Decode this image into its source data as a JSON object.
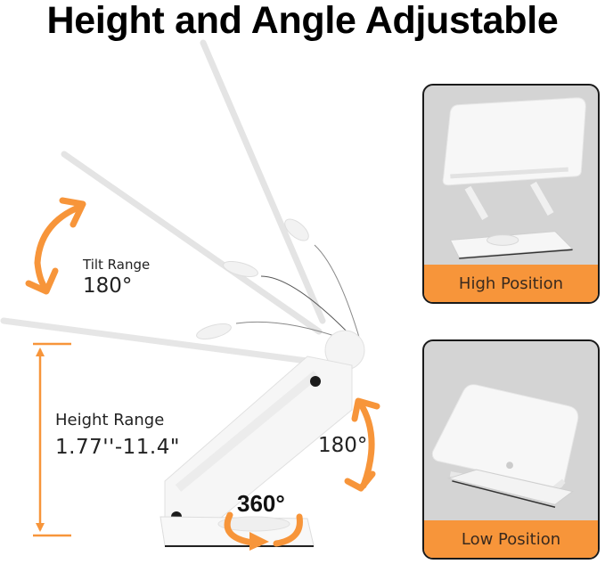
{
  "header": {
    "title": "Height and Angle Adjustable"
  },
  "annotations": {
    "tilt": {
      "label": "Tilt Range",
      "value": "180°"
    },
    "height": {
      "label": "Height Range",
      "value": "1.77''-11.4\""
    },
    "angle": {
      "value": "180°"
    },
    "rotation": {
      "value": "360°"
    }
  },
  "cards": [
    {
      "label": "High Position"
    },
    {
      "label": "Low Position"
    }
  ],
  "colors": {
    "accent_orange": "#f7953a",
    "card_background": "#d4d4d4",
    "card_border": "#1a1a1a",
    "title_text": "#000000"
  }
}
